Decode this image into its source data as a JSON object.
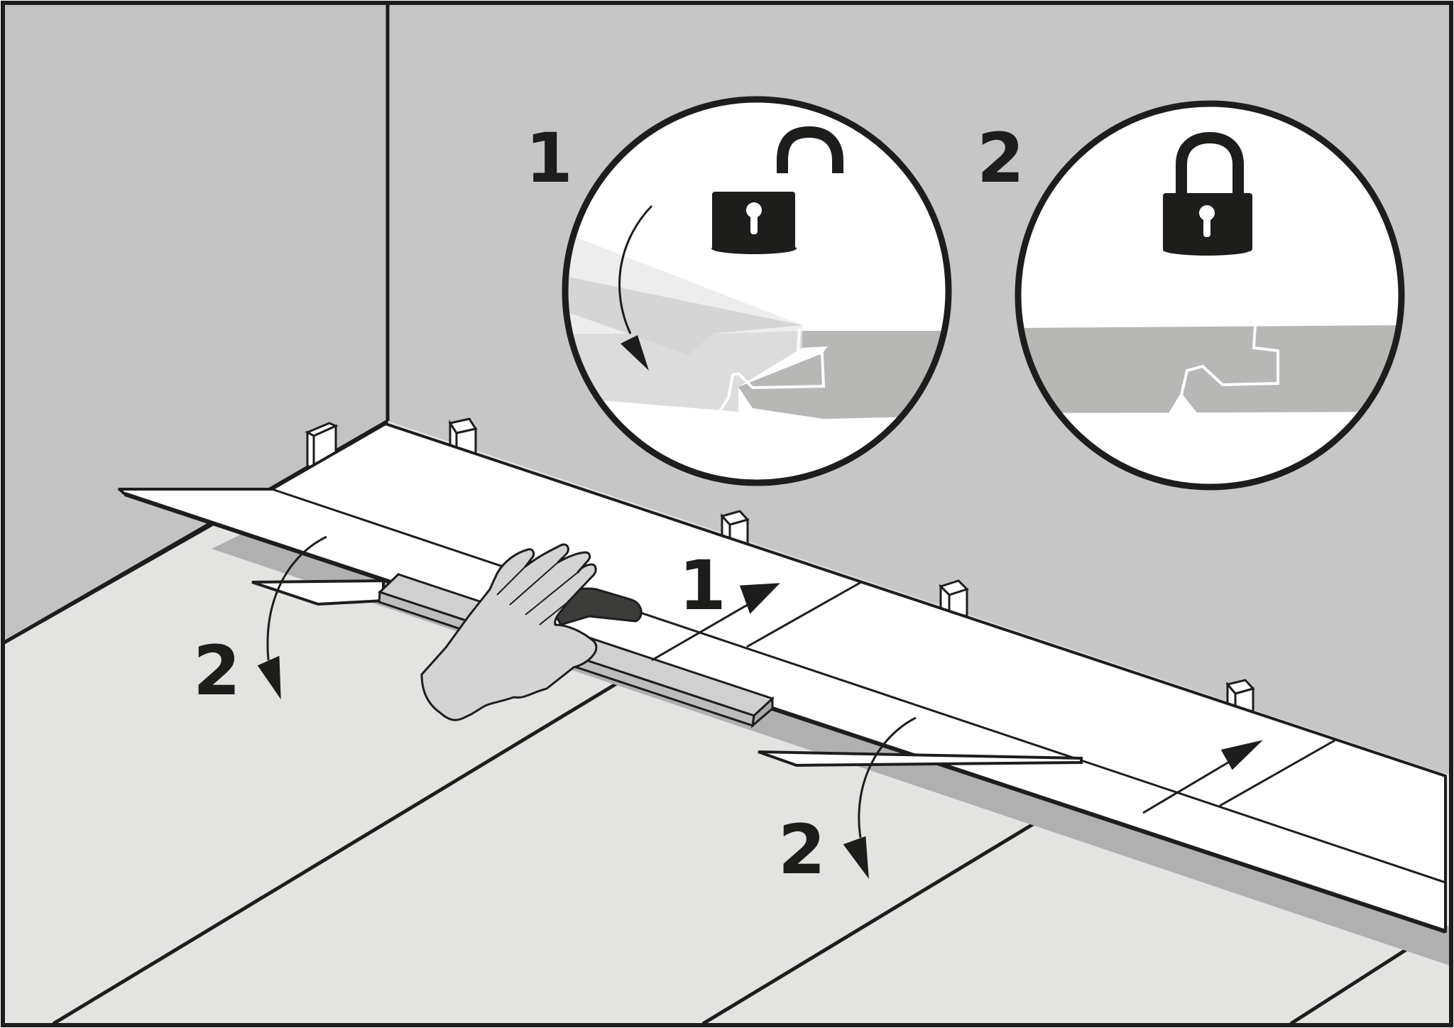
{
  "diagram": {
    "detail_callouts": [
      {
        "step": "1",
        "state_icon": "unlocked-padlock-icon"
      },
      {
        "step": "2",
        "state_icon": "locked-padlock-icon"
      }
    ],
    "scene_labels": {
      "step_1_a": "1",
      "step_2_a": "2",
      "step_2_b": "2"
    },
    "colors": {
      "wall": "#c6c6c6",
      "floor": "#e3e3e2",
      "plank": "#ffffff",
      "shadow": "#b0b0b0",
      "ink": "#1d1d1b",
      "tool": "#bdbdbd"
    }
  }
}
